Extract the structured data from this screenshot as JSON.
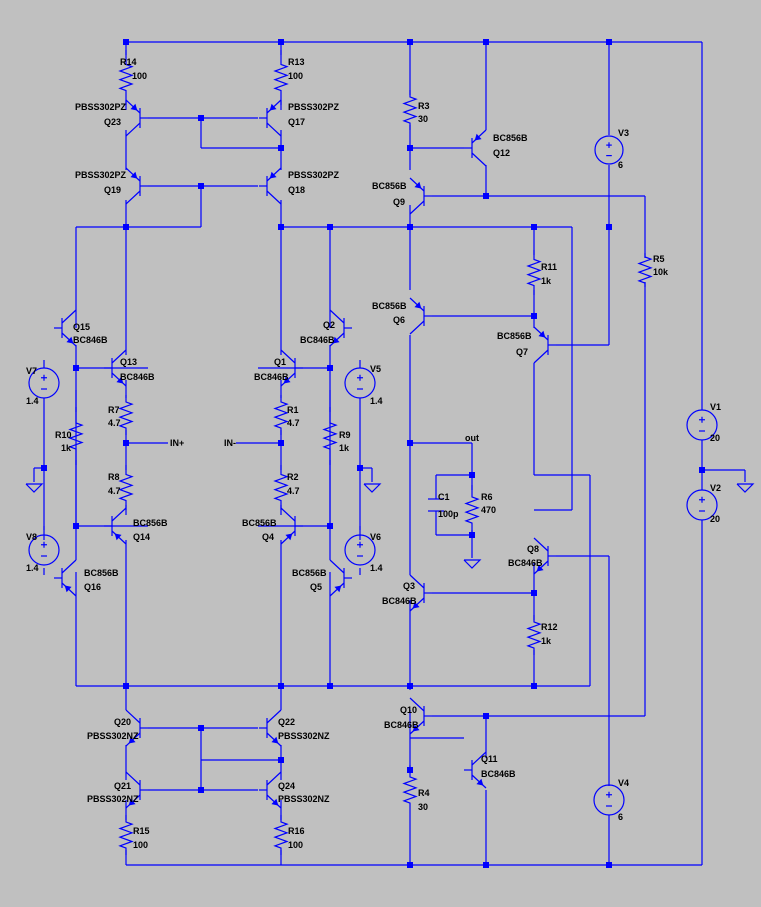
{
  "colors": {
    "background": "#c0c0c0",
    "wire": "#0000ff",
    "junction": "#0000ff",
    "text": "#000000"
  },
  "labels": {
    "R14": "R14",
    "R14v": "100",
    "R13": "R13",
    "R13v": "100",
    "R3": "R3",
    "R3v": "30",
    "Q23p": "PBSS302PZ",
    "Q23": "Q23",
    "Q17p": "PBSS302PZ",
    "Q17": "Q17",
    "Q19p": "PBSS302PZ",
    "Q19": "Q19",
    "Q18p": "PBSS302PZ",
    "Q18": "Q18",
    "Q12p": "BC856B",
    "Q12": "Q12",
    "Q9p": "BC856B",
    "Q9": "Q9",
    "V3": "V3",
    "V3v": "6",
    "R5": "R5",
    "R5v": "10k",
    "R11": "R11",
    "R11v": "1k",
    "Q6p": "BC856B",
    "Q6": "Q6",
    "Q7p": "BC856B",
    "Q7": "Q7",
    "Q15": "Q15",
    "Q15p": "BC846B",
    "Q13": "Q13",
    "Q13p": "BC846B",
    "Q2": "Q2",
    "Q2p": "BC846B",
    "Q1": "Q1",
    "Q1p": "BC846B",
    "V7": "V7",
    "V7v": "1.4",
    "V5": "V5",
    "V5v": "1.4",
    "R7": "R7",
    "R7v": "4.7",
    "R1": "R1",
    "R1v": "4.7",
    "R10": "R10",
    "R10v": "1k",
    "R9": "R9",
    "R9v": "1k",
    "INp": "IN+",
    "INm": "IN-",
    "out": "out",
    "V1": "V1",
    "V1v": "20",
    "V2": "V2",
    "V2v": "20",
    "R8": "R8",
    "R8v": "4.7",
    "R2": "R2",
    "R2v": "4.7",
    "C1": "C1",
    "C1v": "100p",
    "R6": "R6",
    "R6v": "470",
    "Q14p": "BC856B",
    "Q14": "Q14",
    "Q4p": "BC856B",
    "Q4": "Q4",
    "V8": "V8",
    "V8v": "1.4",
    "V6": "V6",
    "V6v": "1.4",
    "Q16p": "BC856B",
    "Q16": "Q16",
    "Q5p": "BC856B",
    "Q5": "Q5",
    "Q8": "Q8",
    "Q8p": "BC846B",
    "Q3": "Q3",
    "Q3p": "BC846B",
    "R12": "R12",
    "R12v": "1k",
    "Q20": "Q20",
    "Q20p": "PBSS302NZ",
    "Q22": "Q22",
    "Q22p": "PBSS302NZ",
    "Q10": "Q10",
    "Q10p": "BC846B",
    "Q11": "Q11",
    "Q11p": "BC846B",
    "Q21": "Q21",
    "Q21p": "PBSS302NZ",
    "Q24": "Q24",
    "Q24p": "PBSS302NZ",
    "R4": "R4",
    "R4v": "30",
    "V4": "V4",
    "V4v": "6",
    "R15": "R15",
    "R15v": "100",
    "R16": "R16",
    "R16v": "100"
  }
}
